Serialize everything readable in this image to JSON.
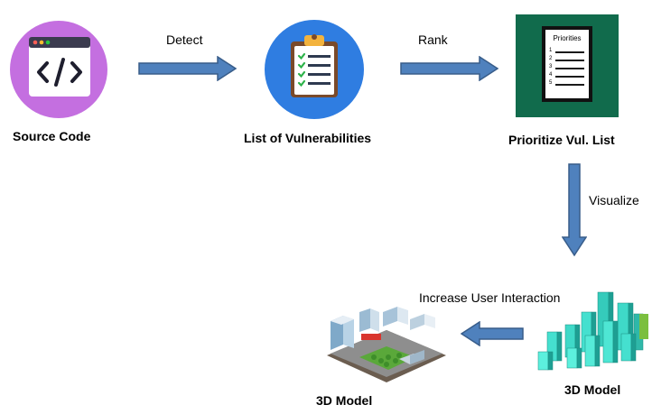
{
  "nodes": {
    "source_code": {
      "label": "Source Code"
    },
    "vulnerabilities": {
      "label": "List of Vulnerabilities"
    },
    "prioritize": {
      "label": "Prioritize Vul. List",
      "card_title": "Priorities",
      "list_numbers": [
        "1",
        "2",
        "3",
        "4",
        "5"
      ]
    },
    "model_bars": {
      "label": "3D Model"
    },
    "model_city": {
      "label": "3D Model"
    }
  },
  "edges": {
    "detect": "Detect",
    "rank": "Rank",
    "visualize": "Visualize",
    "interaction": "Increase User Interaction"
  },
  "colors": {
    "source_circle": "#c46fe0",
    "vuln_circle": "#2f7de1",
    "prioritize_bg": "#116b4c",
    "arrow_fill": "#4f81bd",
    "arrow_stroke": "#385d8a",
    "bars": "#3fd9c8"
  }
}
